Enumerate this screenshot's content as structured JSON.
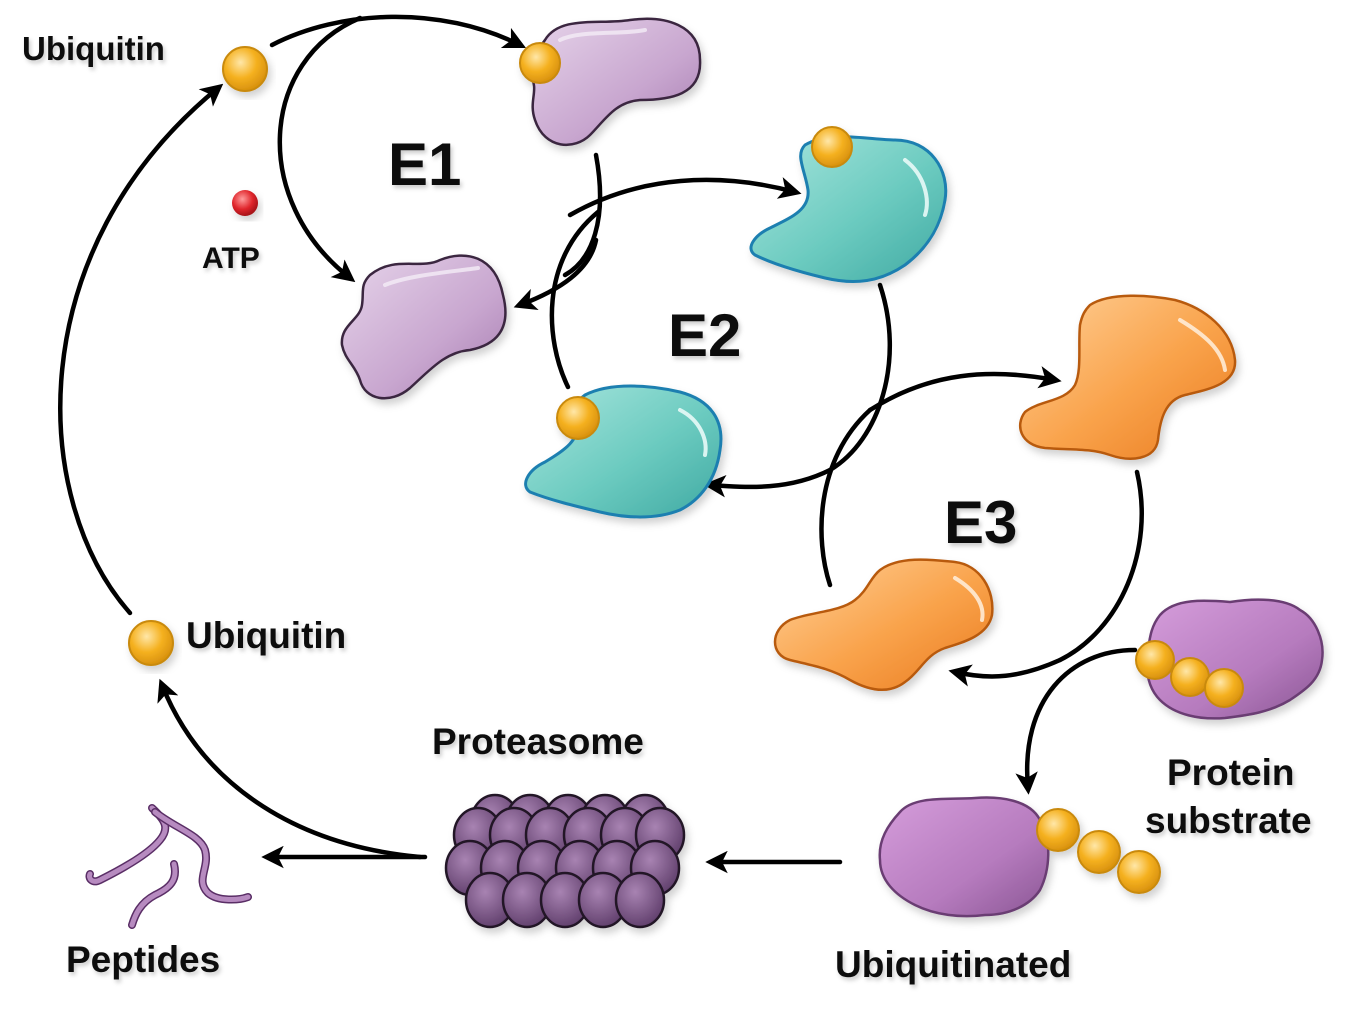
{
  "title": "Ubiquitin-proteasome pathway",
  "labels": {
    "ubiquitin_top": "Ubiquitin",
    "atp": "ATP",
    "e1": "E1",
    "e2": "E2",
    "e3": "E3",
    "ubiquitin_recycled": "Ubiquitin",
    "proteasome": "Proteasome",
    "peptides": "Peptides",
    "protein_substrate_line1": "Protein",
    "protein_substrate_line2": "substrate",
    "ubiquitinated": "Ubiquitinated"
  },
  "colors": {
    "ubiquitin": "#F5B120",
    "ubiquitin_edge": "#C98A10",
    "atp": "#E0262C",
    "e1": "#C8A6CF",
    "e1_edge": "#3A2640",
    "e2": "#6CCBC0",
    "e2_edge": "#1E7FB0",
    "e3": "#F9A24A",
    "e3_edge": "#B85A10",
    "substrate": "#B67BBE",
    "substrate_edge": "#6A3D73",
    "proteasome": "#7A5685",
    "peptide": "#B78BC0",
    "arrow": "#000000"
  },
  "nodes": [
    {
      "id": "ubiquitin-free",
      "label_key": "ubiquitin_top"
    },
    {
      "id": "e1-ubiquitin",
      "label_key": "e1"
    },
    {
      "id": "e1-free",
      "label_key": "e1"
    },
    {
      "id": "e2-ubiquitin-top",
      "label_key": "e2"
    },
    {
      "id": "e2-ubiquitin-bottom",
      "label_key": "e2"
    },
    {
      "id": "e3-top",
      "label_key": "e3"
    },
    {
      "id": "e3-bottom",
      "label_key": "e3"
    },
    {
      "id": "protein-substrate",
      "label_key": "protein_substrate_line1"
    },
    {
      "id": "ubiquitinated-protein",
      "label_key": "ubiquitinated"
    },
    {
      "id": "proteasome",
      "label_key": "proteasome"
    },
    {
      "id": "peptides",
      "label_key": "peptides"
    },
    {
      "id": "ubiquitin-recycled",
      "label_key": "ubiquitin_recycled"
    }
  ]
}
